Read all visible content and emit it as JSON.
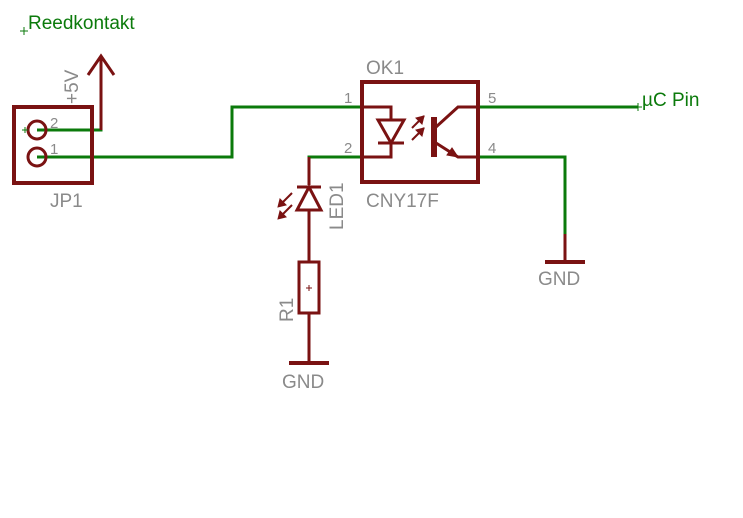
{
  "title": "Reedkontakt",
  "net_labels": {
    "mc_pin": "µC Pin"
  },
  "colors": {
    "wire": "#0b7a0b",
    "symbol": "#7a1212",
    "text_gray": "#8a8a8a",
    "net_text": "#0b7a0b"
  },
  "jp1": {
    "name": "JP1",
    "pin2": "2",
    "pin1": "1",
    "pin_mark": "+"
  },
  "supply": {
    "label": "+5V"
  },
  "ok1": {
    "name": "OK1",
    "value": "CNY17F",
    "pins": {
      "p1": "1",
      "p2": "2",
      "p4": "4",
      "p5": "5"
    }
  },
  "led1": {
    "name": "LED1"
  },
  "r1": {
    "name": "R1"
  },
  "gnd": {
    "left": "GND",
    "right": "GND"
  }
}
